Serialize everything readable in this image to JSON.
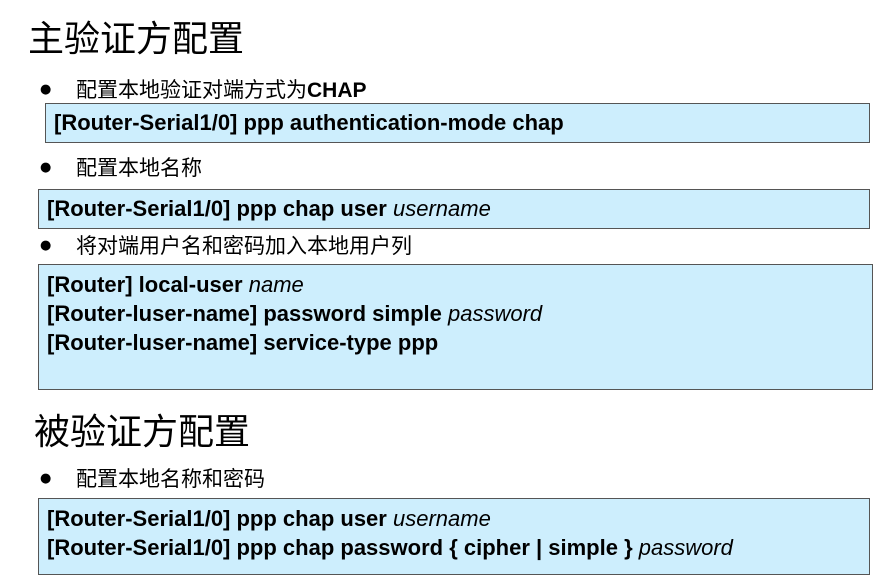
{
  "section1": {
    "title": "主验证方配置",
    "bullet1": {
      "text": "配置本地验证对端方式为",
      "suffix": "CHAP",
      "command": {
        "kw": "[Router-Serial1/0] ppp authentication-mode chap"
      }
    },
    "bullet2": {
      "text": "配置本地名称",
      "command": {
        "kw": "[Router-Serial1/0] ppp chap user",
        "arg": "username"
      }
    },
    "bullet3": {
      "text": "将对端用户名和密码加入本地用户列",
      "commands": [
        {
          "kw": "[Router] local-user",
          "arg": "name"
        },
        {
          "kw": "[Router-luser-name] password simple",
          "arg": "password"
        },
        {
          "kw": "[Router-luser-name] service-type ppp"
        }
      ]
    }
  },
  "section2": {
    "title": "被验证方配置",
    "bullet1": {
      "text": "配置本地名称和密码",
      "commands": [
        {
          "kw": "[Router-Serial1/0] ppp chap user",
          "arg": "username"
        },
        {
          "kw": "[Router-Serial1/0] ppp chap password { cipher | simple }",
          "arg": "password"
        }
      ]
    }
  },
  "colors": {
    "box_fill": "#cdeefd",
    "box_border": "#555555",
    "text": "#000000"
  }
}
